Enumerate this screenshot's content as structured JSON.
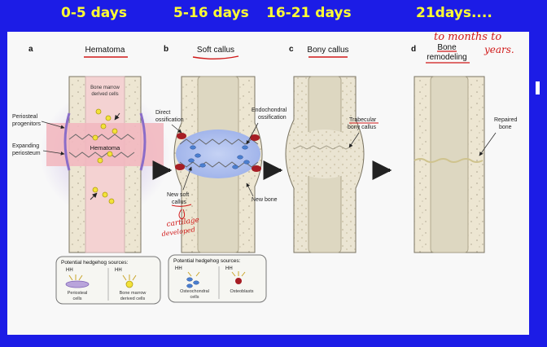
{
  "stages": {
    "s1": "0-5 days",
    "s2": "5-16 days",
    "s3": "16-21 days",
    "s4": "21days...."
  },
  "handwriting": {
    "months": "to months to",
    "years": "years."
  },
  "panels": {
    "a": {
      "letter": "a",
      "title": "Hematoma",
      "bone_marrow": [
        "Bone marrow",
        "derived cells"
      ],
      "periosteal_progenitors": [
        "Periosteal",
        "progenitors"
      ],
      "expanding_periosteum": [
        "Expanding",
        "periosteum"
      ],
      "hematoma": "Hematoma"
    },
    "b": {
      "letter": "b",
      "title": "Soft callus",
      "direct_ossification": [
        "Direct",
        "ossification"
      ],
      "endochondral": [
        "Endochondral",
        "ossification"
      ],
      "new_soft_callus": [
        "New soft",
        "callus"
      ],
      "new_bone": "New bone",
      "hand_cartilage": "cartilage",
      "hand_developed": "developed"
    },
    "c": {
      "letter": "c",
      "title": "Bony callus",
      "trabecular": [
        "Trabecular",
        "bony callus"
      ]
    },
    "d": {
      "letter": "d",
      "title": [
        "Bone",
        "remodeling"
      ],
      "repaired": [
        "Repaired",
        "bone"
      ]
    }
  },
  "hedgehog": {
    "title": "Potential hedgehog sources:",
    "hh": "HH",
    "left": {
      "item1": [
        "Periosteal",
        "cells"
      ],
      "item2": [
        "Bone marrow",
        "derived cells"
      ]
    },
    "right": {
      "item1": [
        "Osteochondral",
        "cells"
      ],
      "item2": "Osteoblasts"
    }
  }
}
